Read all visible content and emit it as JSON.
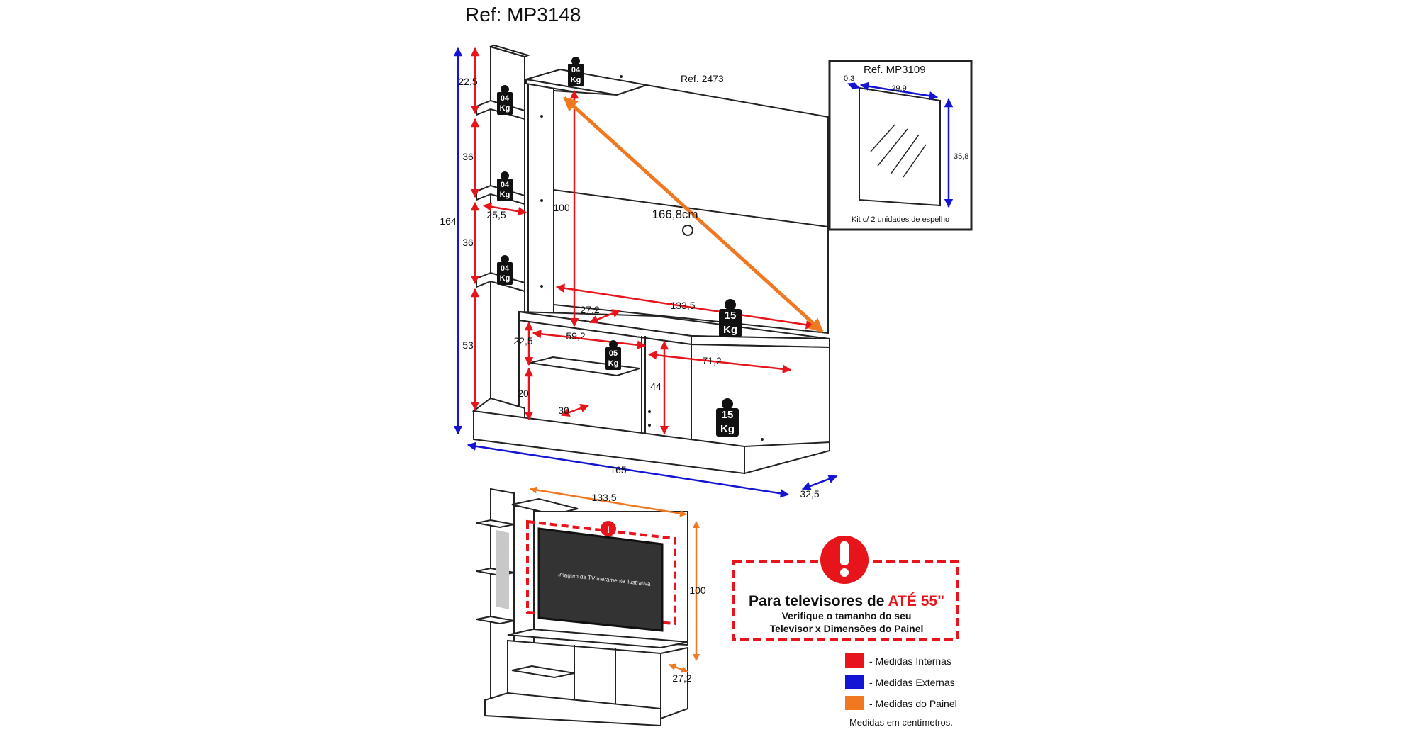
{
  "title": "Ref: MP3148",
  "main": {
    "panel_ref": "Ref. 2473",
    "diagonal": "166,8cm",
    "dims": {
      "height_total": "164",
      "width_total": "165",
      "depth_total": "32,5",
      "top_gap": "22,5",
      "shelf_gap_1": "36",
      "shelf_gap_2": "36",
      "lower_gap": "53",
      "shelf_depth": "25,5",
      "panel_height": "100",
      "panel_width": "133,5",
      "rack_depth": "27,2",
      "inner_width_left": "59,2",
      "inner_width_right": "71,2",
      "niche_height": "22,5",
      "niche_lower": "20",
      "niche_depth": "30",
      "door_height": "44"
    },
    "weights": {
      "shelf_top": [
        "04",
        "Kg"
      ],
      "shelf_1": [
        "04",
        "Kg"
      ],
      "shelf_2": [
        "04",
        "Kg"
      ],
      "shelf_3": [
        "04",
        "Kg"
      ],
      "rack_top": [
        "15",
        "Kg"
      ],
      "niche": [
        "05",
        "Kg"
      ],
      "bottom": [
        "15",
        "Kg"
      ]
    }
  },
  "mirror": {
    "ref": "Ref. MP3109",
    "thickness": "0,3",
    "width": "29,9",
    "height": "35,8",
    "note": "Kit c/ 2 unidades de espelho"
  },
  "secondary": {
    "panel_width": "133,5",
    "panel_height": "100",
    "depth": "27,2",
    "tv_caption": "Imagem da TV meramente ilustrativa"
  },
  "warning": {
    "line1_prefix": "Para televisores de ",
    "line1_highlight": "ATÉ 55\"",
    "line2": "Verifique o tamanho do seu",
    "line3": "Televisor x Dimensões do Painel"
  },
  "legend": {
    "items": [
      {
        "label": "- Medidas Internas",
        "color": "#e8141b"
      },
      {
        "label": "- Medidas Externas",
        "color": "#1414d4"
      },
      {
        "label": "- Medidas do Painel",
        "color": "#f07820"
      }
    ],
    "footnote": "- Medidas em centímetros."
  },
  "colors": {
    "internal": "#e8141b",
    "external": "#1414d4",
    "panel": "#f07820",
    "line": "#222222"
  }
}
